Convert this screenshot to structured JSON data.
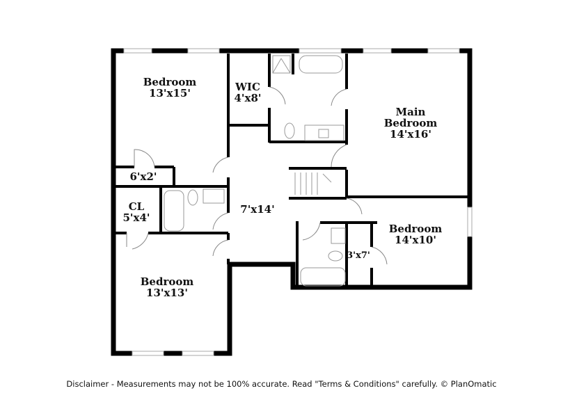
{
  "rooms": [
    {
      "name": "Bedroom",
      "size": "13'x15'"
    },
    {
      "name": "WIC",
      "size": "4'x8'"
    },
    {
      "name": "Main Bedroom",
      "size": "14'x16'"
    },
    {
      "name": "",
      "size": "6'x2'"
    },
    {
      "name": "CL",
      "size": "5'x4'"
    },
    {
      "name": "",
      "size": "7'x14'"
    },
    {
      "name": "Bedroom",
      "size": "14'x10'"
    },
    {
      "name": "",
      "size": "3'x7'"
    },
    {
      "name": "Bedroom",
      "size": "13'x13'"
    }
  ],
  "footer": {
    "disclaimer": "Disclaimer - Measurements may not be 100% accurate. Read \"Terms & Conditions\" carefully. © PlanOmatic"
  },
  "colors": {
    "wall": "#000000",
    "fixture": "#999999"
  }
}
